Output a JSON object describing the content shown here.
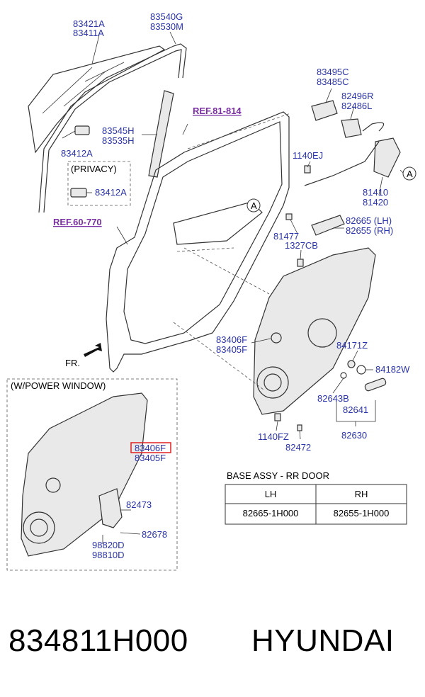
{
  "labels": {
    "p83421A": "83421A",
    "p83411A": "83411A",
    "p83540G": "83540G",
    "p83530M": "83530M",
    "ref81": "REF.81-814",
    "p83545H": "83545H",
    "p83535H": "83535H",
    "p83412A": "83412A",
    "privacy": "(PRIVACY)",
    "p83412A2": "83412A",
    "ref60": "REF.60-770",
    "p83495C": "83495C",
    "p83485C": "83485C",
    "p82496R": "82496R",
    "p82486L": "82486L",
    "p1140EJ": "1140EJ",
    "circA1": "A",
    "circA2": "A",
    "p81410": "81410",
    "p81420": "81420",
    "p82665": "82665 (LH)",
    "p82655": "82655 (RH)",
    "p81477": "81477",
    "p1327CB": "1327CB",
    "p83406F": "83406F",
    "p83405F": "83405F",
    "p84171Z": "84171Z",
    "p84182W": "84182W",
    "p82643B": "82643B",
    "p82641": "82641",
    "p82630": "82630",
    "p1140FZ": "1140FZ",
    "p82472": "82472",
    "fr": "FR.",
    "power": "(W/POWER WINDOW)",
    "p83406Fb": "83406F",
    "p83405Fb": "83405F",
    "p82473": "82473",
    "p82678": "82678",
    "p98820D": "98820D",
    "p98810D": "98810D"
  },
  "table": {
    "title": "BASE ASSY - RR DOOR",
    "headers": [
      "LH",
      "RH"
    ],
    "row": [
      "82665-1H000",
      "82655-1H000"
    ]
  },
  "footer": {
    "part_number": "834811H000",
    "brand": "HYUNDAI"
  },
  "colors": {
    "label": "#2a33a8",
    "ref": "#7a2fa3",
    "highlight": "#e02020"
  }
}
